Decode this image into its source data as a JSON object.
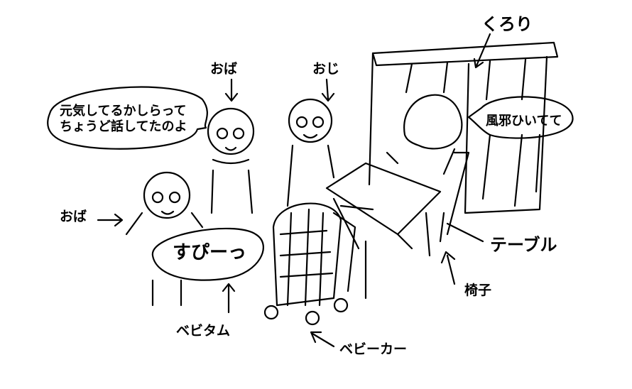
{
  "labels": {
    "kurori": "くろり",
    "oba_top": "おば",
    "oji": "おじ",
    "oba_left": "おば",
    "table": "テーブル",
    "chair": "椅子",
    "bebitamu": "ベビタム",
    "stroller": "ベビーカー"
  },
  "speech": {
    "oba_line1": "元気してるかしらって",
    "oba_line2": "ちょうど話してたのよ",
    "kurori": "風邪ひいてて",
    "baby": "すぴーっ"
  },
  "colors": {
    "ink": "#000000",
    "paper": "#ffffff"
  }
}
